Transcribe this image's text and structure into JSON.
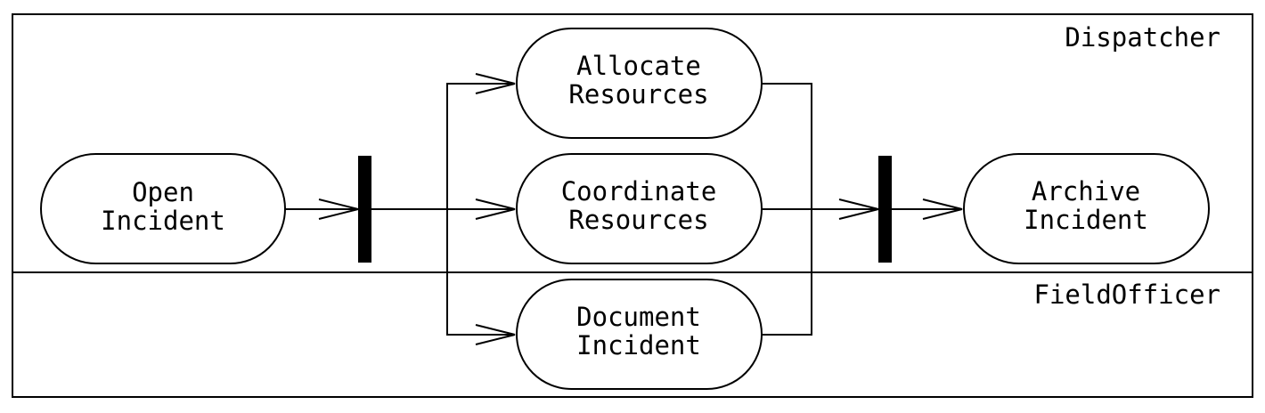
{
  "lanes": [
    {
      "id": "dispatcher",
      "label": "Dispatcher"
    },
    {
      "id": "field_officer",
      "label": "FieldOfficer"
    }
  ],
  "activities": [
    {
      "id": "open_incident",
      "lines": [
        "Open",
        "Incident"
      ]
    },
    {
      "id": "allocate_resources",
      "lines": [
        "Allocate",
        "Resources"
      ]
    },
    {
      "id": "coordinate_resources",
      "lines": [
        "Coordinate",
        "Resources"
      ]
    },
    {
      "id": "document_incident",
      "lines": [
        "Document",
        "Incident"
      ]
    },
    {
      "id": "archive_incident",
      "lines": [
        "Archive",
        "Incident"
      ]
    }
  ],
  "sync_bars": [
    {
      "id": "fork",
      "type": "fork"
    },
    {
      "id": "join",
      "type": "join"
    }
  ],
  "flows": [
    {
      "from": "open_incident",
      "to": "fork"
    },
    {
      "from": "fork",
      "to": "allocate_resources"
    },
    {
      "from": "fork",
      "to": "coordinate_resources"
    },
    {
      "from": "fork",
      "to": "document_incident"
    },
    {
      "from": "allocate_resources",
      "to": "join"
    },
    {
      "from": "coordinate_resources",
      "to": "join"
    },
    {
      "from": "document_incident",
      "to": "join"
    },
    {
      "from": "join",
      "to": "archive_incident"
    }
  ],
  "colors": {
    "stroke": "#000000",
    "fill": "#ffffff",
    "bar": "#000000"
  }
}
